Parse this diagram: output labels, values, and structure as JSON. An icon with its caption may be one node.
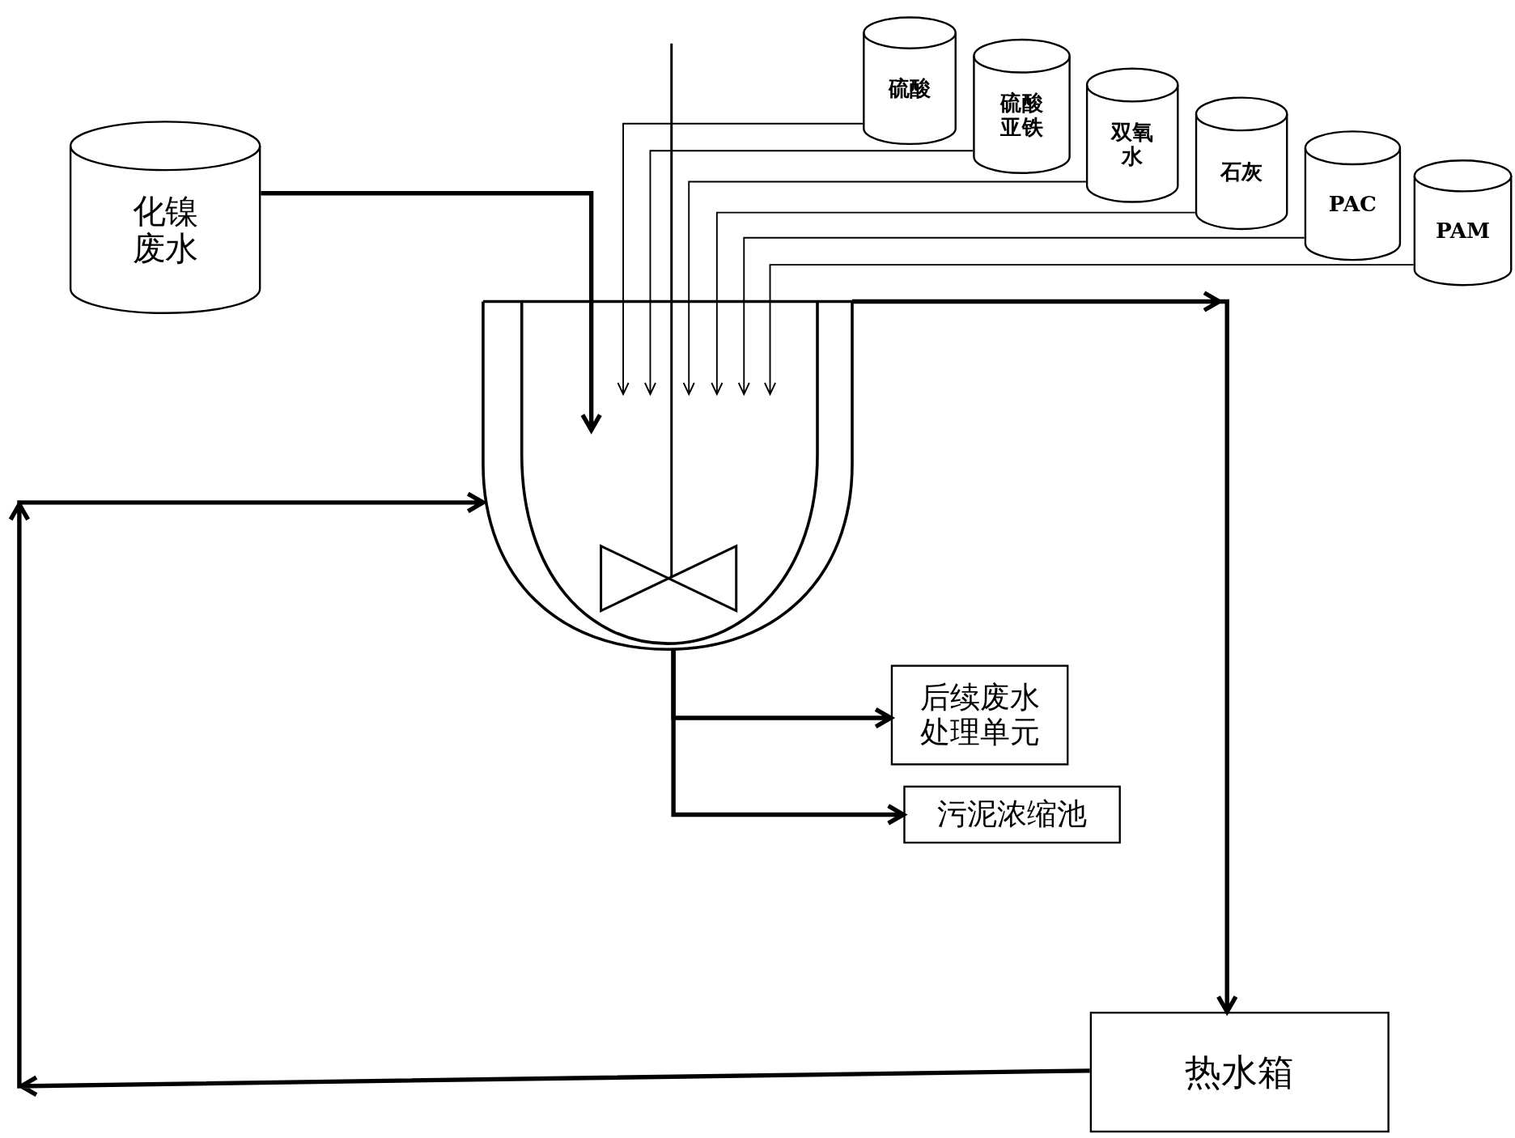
{
  "diagram": {
    "nodes": [
      {
        "text": [
          "化镍废水"
        ]
      },
      {
        "text": [
          "硫酸"
        ]
      },
      {
        "text": [
          "硫酸亚铁"
        ]
      },
      {
        "text": [
          "双氧水"
        ]
      },
      {
        "text": [
          "石灰"
        ]
      },
      {
        "text": [
          "PAC"
        ]
      },
      {
        "text": [
          "PAM"
        ]
      },
      {
        "text": [],
        "shape": "picture"
      },
      {
        "text": [
          "后续废水处理单元"
        ]
      },
      {
        "text": [
          "污泥浓缩池"
        ]
      },
      {
        "text": [
          "热水箱"
        ]
      }
    ],
    "edges": [
      {
        "from": 0,
        "to": 7,
        "arrow": "to",
        "style": "thick"
      },
      {
        "from": 1,
        "to": 7,
        "arrow": "to"
      },
      {
        "from": 2,
        "to": 7,
        "arrow": "to"
      },
      {
        "from": 3,
        "to": 7,
        "arrow": "to"
      },
      {
        "from": 4,
        "to": 7,
        "arrow": "to"
      },
      {
        "from": 5,
        "to": 7,
        "arrow": "to"
      },
      {
        "from": 6,
        "to": 7,
        "arrow": "to"
      },
      {
        "from": 7,
        "to": 10,
        "arrow": "to",
        "style": "thick"
      },
      {
        "from": 10,
        "to": 7,
        "arrow": "to",
        "style": "thick"
      },
      {
        "from": 7,
        "to": 8,
        "arrow": "to",
        "style": "thick"
      },
      {
        "from": 7,
        "to": 9,
        "arrow": "to",
        "style": "thick"
      }
    ]
  }
}
